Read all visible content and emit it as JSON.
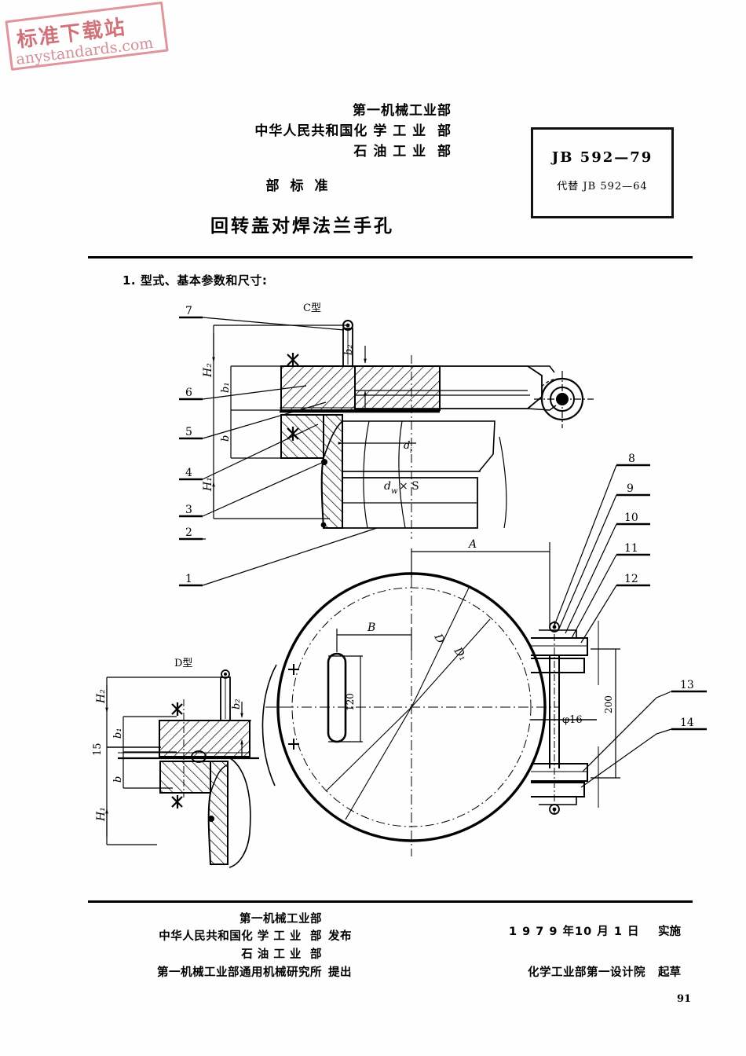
{
  "watermark": {
    "chinese": "标准下载站",
    "english": "anystandards.com"
  },
  "header": {
    "ministries": "第一机械工业部\n中华人民共和国化 学 工 业  部\n石 油 工 业  部",
    "standard_type": "部标准",
    "title": "回转盖对焊法兰手孔"
  },
  "standard_box": {
    "number": "JB 592—79",
    "supersedes": "代替 JB 592—64"
  },
  "section": {
    "heading": "1. 型式、基本参数和尺寸:"
  },
  "drawing": {
    "view_c_label": "C型",
    "view_d_label": "D型",
    "item_numbers_left": [
      "7",
      "6",
      "5",
      "4",
      "3",
      "2",
      "1"
    ],
    "item_numbers_right": [
      "8",
      "9",
      "10",
      "11",
      "12",
      "13",
      "14"
    ],
    "item_number_detail": "15",
    "dimension_labels": {
      "h2": "H₂",
      "h1": "H₁",
      "b": "b",
      "b1": "b₁",
      "b2": "b₂",
      "di": "d",
      "di_sub": "i",
      "dw": "d",
      "dw_sub": "w",
      "dw_times_s": "× S",
      "A": "A",
      "B": "B",
      "D": "D",
      "D1": "D₁",
      "bolt": "φ16",
      "len_200": "200",
      "len_120": "120"
    }
  },
  "footer": {
    "issuer_line1": "第一机械工业部",
    "issuer_line2": "中华人民共和国化 学 工 业  部",
    "issuer_line3": "石 油 工 业  部",
    "publish_label": "发布",
    "proposer": "第一机械工业部通用机械研究所",
    "propose_label": "提出",
    "date": "1 9 7 9 年10 月 1 日",
    "implement_label": "实施",
    "drafter": "化学工业部第一设计院",
    "draft_label": "起草",
    "page_number": "91"
  },
  "colors": {
    "ink": "#000000",
    "stamp_red": "#c8545e",
    "paper": "#fefefe"
  }
}
